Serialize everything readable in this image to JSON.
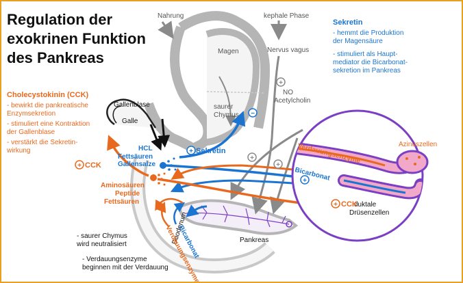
{
  "title": [
    "Regulation der",
    "exokrinen Funktion",
    "des Pankreas"
  ],
  "organs": {
    "nahrung": "Nahrung",
    "kephale_phase": "kephale Phase",
    "magen": "Magen",
    "nervus_vagus": "Nervus vagus",
    "no": "NO",
    "acetylcholin": "Acetylcholin",
    "saurer_chymus": [
      "saurer",
      "Chymus"
    ],
    "gallenblase": "Gallenblase",
    "galle": "Galle",
    "duodenum": "Duodenum",
    "pankreas": "Pankreas",
    "azinuszellen": "Azinuszellen",
    "duktale": [
      "duktale",
      "Drüsenzellen"
    ]
  },
  "flow_labels": {
    "hcl": "HCL",
    "fettsaeuren": "Fettsäuren",
    "gallensalze": "Gallensalze",
    "sekretin": "Sekretin",
    "cck": "CCK",
    "amino": [
      "Aminosäuren",
      "Peptide",
      "Fettsäuren"
    ],
    "verdauungsenzyme": "Verdauungsenzyme",
    "bicarbonat": "Bicarbonat",
    "plus": "+",
    "minus": "−"
  },
  "sekretin_box": {
    "heading": "Sekretin",
    "items": [
      [
        "- hemmt die Produktion",
        "  der Magensäure"
      ],
      [
        "- stimuliert als Haupt-",
        "  mediator die Bicarbonat-",
        "  sekretion im Pankreas"
      ]
    ]
  },
  "cck_box": {
    "heading": "Cholecystokinin (CCK)",
    "items": [
      [
        "- bewirkt die pankreatische",
        "  Enzymsekretion"
      ],
      [
        "- stimuliert eine Kontraktion",
        "  der Gallenblase"
      ],
      [
        "- verstärkt die Sekretin-",
        "  wirkung"
      ]
    ]
  },
  "bottom_notes": [
    [
      "- saurer Chymus",
      "  wird neutralisiert"
    ],
    [
      "- Verdauungsenzyme",
      "  beginnen mit der Verdauung"
    ]
  ],
  "colors": {
    "orange": "#e8691e",
    "blue": "#1b75d0",
    "gray": "#8a8a8a",
    "purple": "#7b3fc4",
    "pink": "#f2a8c8",
    "border": "#e8a020"
  }
}
